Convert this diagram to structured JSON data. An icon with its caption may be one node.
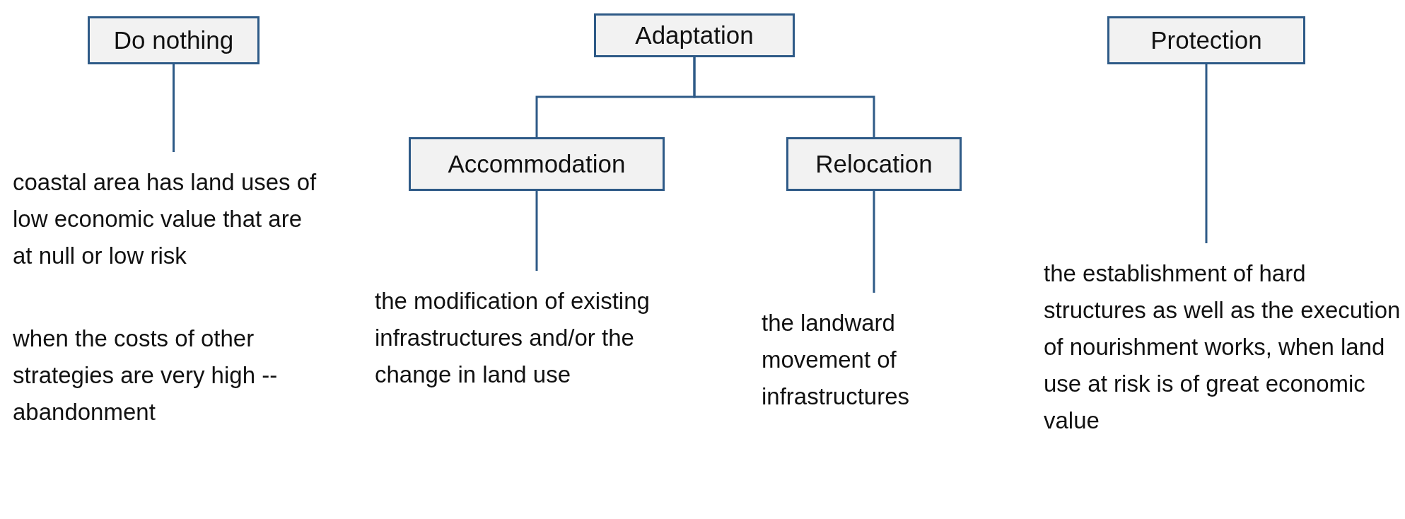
{
  "diagram": {
    "nodes": [
      {
        "text": [
          "Do nothing"
        ]
      },
      {
        "text": [
          "Adaptation"
        ]
      },
      {
        "text": [
          "Protection"
        ]
      },
      {
        "text": [
          "Accommodation"
        ]
      },
      {
        "text": [
          "Relocation"
        ]
      },
      {
        "text": [
          "coastal area has land uses of low economic value that are at null or low risk",
          "when the costs of other strategies are very high -- abandonment"
        ]
      },
      {
        "text": [
          "the modification of existing infrastructures and/or the change in land use"
        ]
      },
      {
        "text": [
          "the landward movement of infrastructures"
        ]
      },
      {
        "text": [
          "the establishment of hard structures as well as the execution of nourishment works, when land use at risk is of great economic value"
        ]
      }
    ],
    "edges": [
      {
        "from": 0,
        "to": 5,
        "arrow": "none"
      },
      {
        "from": 1,
        "to": 3,
        "arrow": "none"
      },
      {
        "from": 1,
        "to": 4,
        "arrow": "none"
      },
      {
        "from": 3,
        "to": 6,
        "arrow": "none"
      },
      {
        "from": 4,
        "to": 7,
        "arrow": "none"
      },
      {
        "from": 2,
        "to": 8,
        "arrow": "none"
      }
    ]
  }
}
